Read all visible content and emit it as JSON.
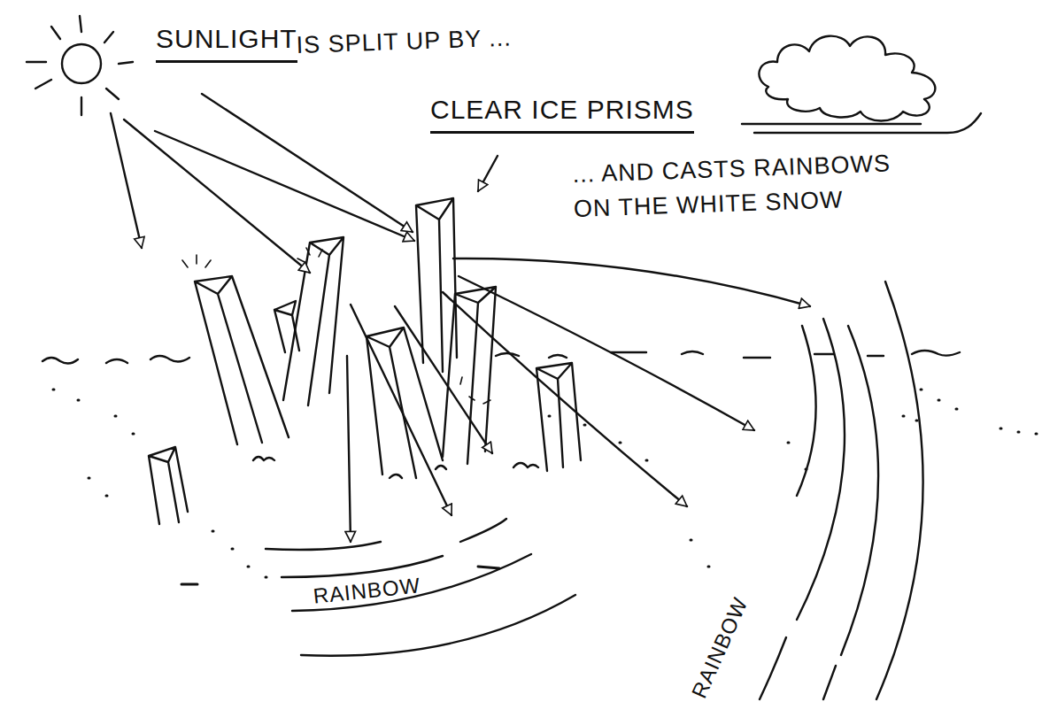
{
  "diagram": {
    "labels": [
      "SUNLIGHT",
      "IS SPLIT UP BY ...",
      "CLEAR ICE PRISMS",
      "... AND CASTS RAINBOWS ON THE WHITE SNOW",
      "RAINBOW",
      "RAINBOW"
    ]
  }
}
